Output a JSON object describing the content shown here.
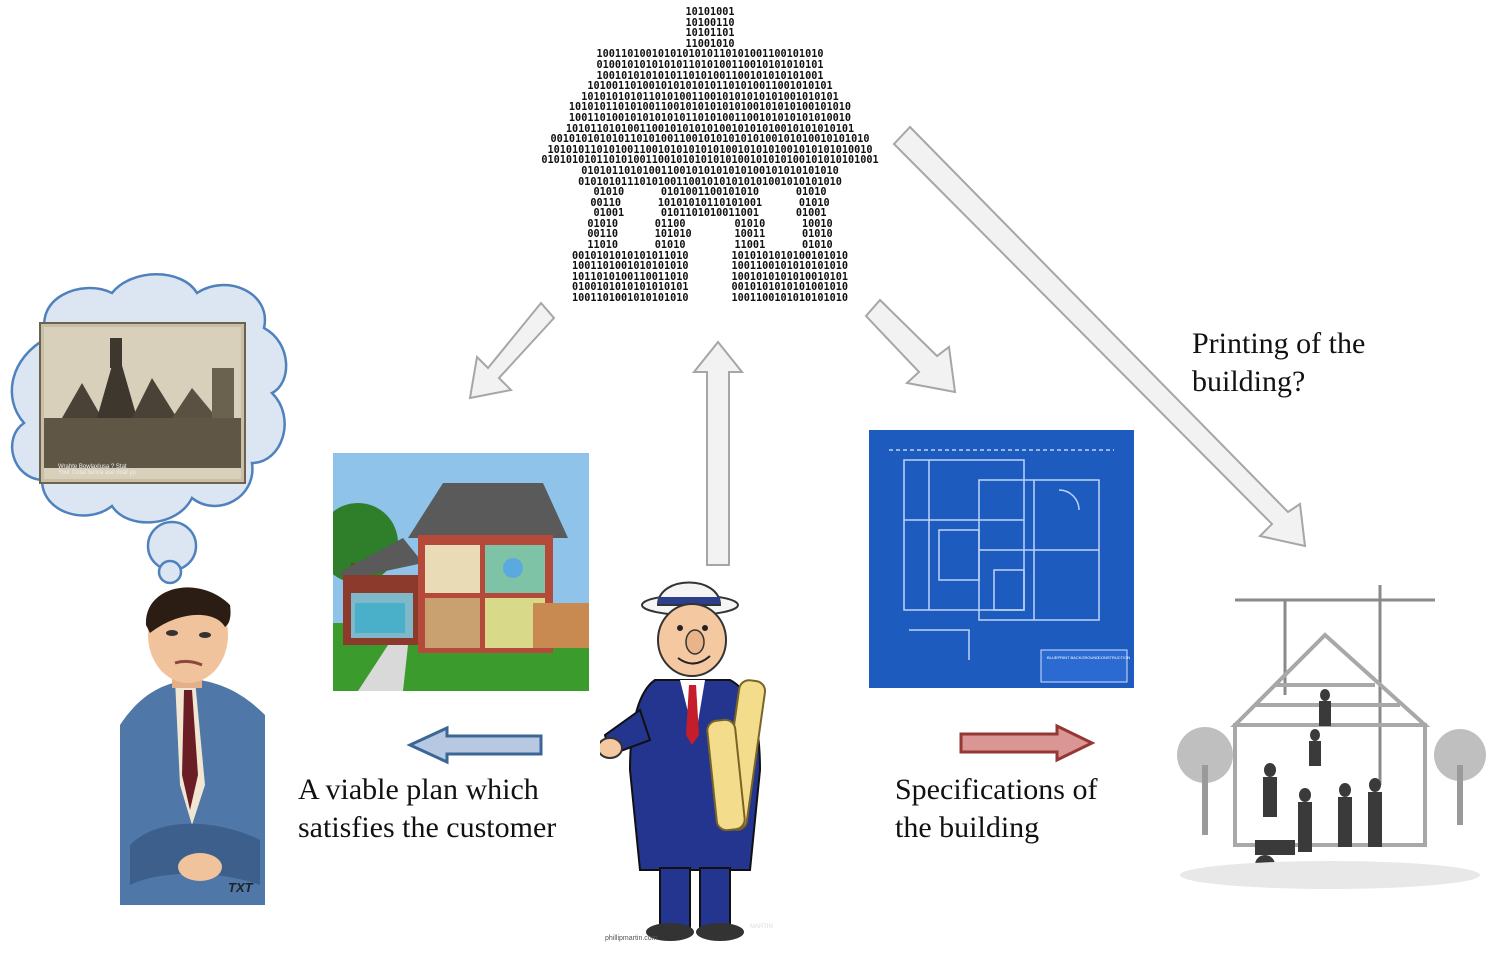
{
  "binary_house": {
    "lines": [
      "10101001",
      "10100110",
      "10101101",
      "11001010",
      "1001101001010101010110101001100101010",
      "0100101010101011010100110010101010101",
      "1001010101010110101001100101010101001",
      "1010011010010101010101101010011001010101",
      "101010101011010100110010101010101001010101",
      "1010101101010011001010101010100101010100101010",
      "1001101001010101010110101001100101010101010010",
      "10101101010011001010101010010101010010101010101",
      "0010101010101101010011001010101010100101010010101010",
      "10101011010100110010101010101001010101001010101010010",
      "0101010101101010011001010101010100101010100101010101001",
      "010101101010011001010101010100101010101010",
      "0101010111010100110010101010101001010101010",
      "01010      0101001100101010      01010",
      "00110      10101010110101001      01010",
      "01001      0101101010011001      01001",
      "01010      01100        01010      10010",
      "00110      101010       10011      01010",
      "11010      01010        11001      01010",
      "0010101010101011010       1010101010100101010",
      "1001101001010101010       1001100101010101010",
      "1011010100110011010       1001010101010010101",
      "0100101010101010101       0010101010101001010",
      "1001101001010101010       1001100101010101010"
    ]
  },
  "captions": {
    "plan": "A viable plan which\nsatisfies the customer",
    "specifications": "Specifications of\nthe building",
    "printing": "Printing of the\nbuilding?"
  },
  "stamps": {
    "photo": "Wrahte Bowlaxlusa ? Stat\nYour Cotal beliva ase doat yp",
    "artist_credit": "phillipmartin.com",
    "shoes_label": "MARTIN",
    "tie_label": "TXT",
    "blueprint_title_left": "BLUEPRINT BACKGROUND",
    "blueprint_title_right": "CONSTRUCTION"
  },
  "colors": {
    "hollow_arrow_fill": "#f2f2f2",
    "hollow_arrow_stroke": "#a6a6a6",
    "blue_arrow_fill": "#b7c9e2",
    "blue_arrow_stroke": "#3b6696",
    "red_arrow_fill": "#d99694",
    "red_arrow_stroke": "#953735",
    "blueprint": "#1e5bbf",
    "thought_bubble": "#dce6f2",
    "thought_bubble_stroke": "#4f81bd"
  }
}
